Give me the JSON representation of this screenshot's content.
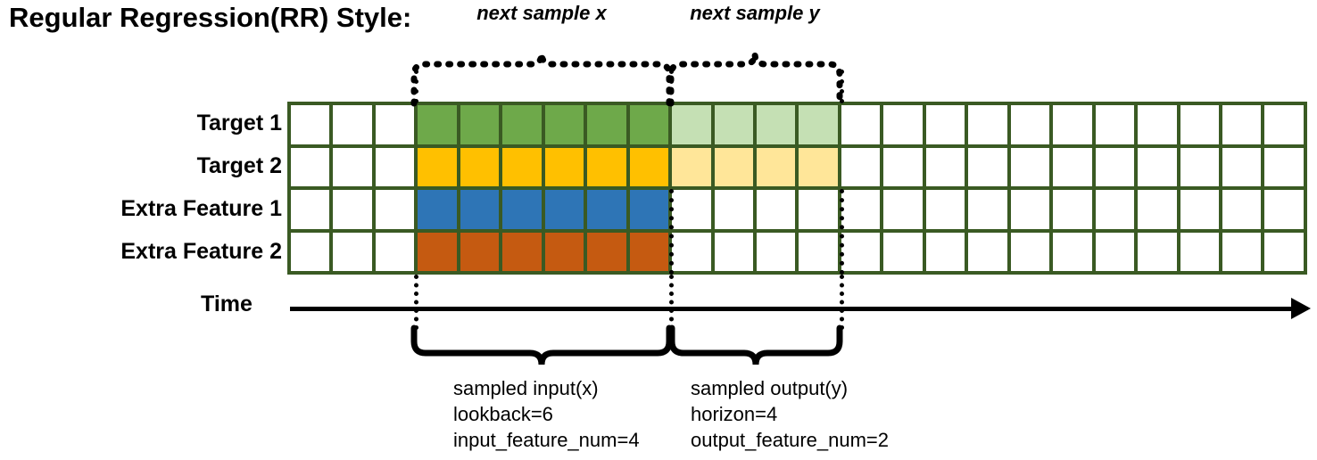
{
  "title": "Regular Regression(RR) Style:",
  "rows": [
    {
      "label": "Target 1",
      "name": "target-1"
    },
    {
      "label": "Target 2",
      "name": "target-2"
    },
    {
      "label": "Extra Feature 1",
      "name": "extra-feature-1"
    },
    {
      "label": "Extra Feature 2",
      "name": "extra-feature-2"
    }
  ],
  "time_axis": {
    "label": "Time"
  },
  "grid": {
    "columns": 24,
    "lead_blank_cols": 3,
    "input_cols": 6,
    "output_cols": 4,
    "trailing_blank_cols": 11
  },
  "colors": {
    "border": "#3a5a23",
    "blank": "#ffffff",
    "target1_input": "#6ea94a",
    "target1_output": "#c5e0b4",
    "target2_input": "#ffc000",
    "target2_output": "#ffe699",
    "feature1_input": "#2e75b6",
    "feature2_input": "#c55a11"
  },
  "top_annotations": [
    {
      "label": "next sample x",
      "name": "next-sample-x"
    },
    {
      "label": "next sample y",
      "name": "next-sample-y"
    }
  ],
  "bottom_annotations": [
    {
      "name": "sampled-input",
      "lines": [
        "sampled input(x)",
        "lookback=6",
        "input_feature_num=4"
      ]
    },
    {
      "name": "sampled-output",
      "lines": [
        "sampled output(y)",
        "horizon=4",
        "output_feature_num=2"
      ]
    }
  ]
}
